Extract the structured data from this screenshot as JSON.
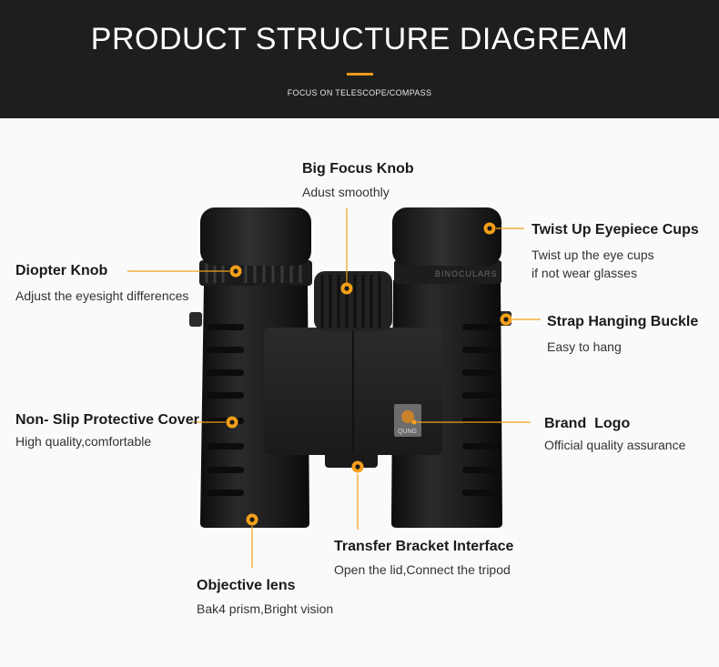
{
  "header": {
    "title": "PRODUCT STRUCTURE DIAGREAM",
    "subtitle": "FOCUS ON TELESCOPE/COMPASS"
  },
  "colors": {
    "header_bg": "#1e1e1e",
    "accent": "#f39a1e",
    "marker": "#f5a01a",
    "body": "#202020"
  },
  "product": {
    "eyepiece_engraving": "BINOCULARS",
    "logo_text": "QUNG"
  },
  "callouts": [
    {
      "id": "big-focus-knob",
      "title": "Big Focus Knob",
      "desc": [
        "Adust smoothly"
      ]
    },
    {
      "id": "twist-up-eyepiece-cups",
      "title": "Twist Up Eyepiece Cups",
      "desc": [
        "Twist up the eye cups",
        "if not wear glasses"
      ]
    },
    {
      "id": "diopter-knob",
      "title": "Diopter Knob",
      "desc": [
        "Adjust the eyesight differences"
      ]
    },
    {
      "id": "strap-hanging-buckle",
      "title": "Strap Hanging Buckle",
      "desc": [
        "Easy to hang"
      ]
    },
    {
      "id": "non-slip-protective-cover",
      "title": "Non- Slip Protective Cover",
      "desc": [
        "High quality,comfortable"
      ]
    },
    {
      "id": "brand-logo",
      "title": "Brand  Logo",
      "desc": [
        "Official quality assurance"
      ]
    },
    {
      "id": "transfer-bracket-interface",
      "title": "Transfer Bracket Interface",
      "desc": [
        "Open the lid,Connect the tripod"
      ]
    },
    {
      "id": "objective-lens",
      "title": "Objective lens",
      "desc": [
        "Bak4 prism,Bright vision"
      ]
    }
  ]
}
